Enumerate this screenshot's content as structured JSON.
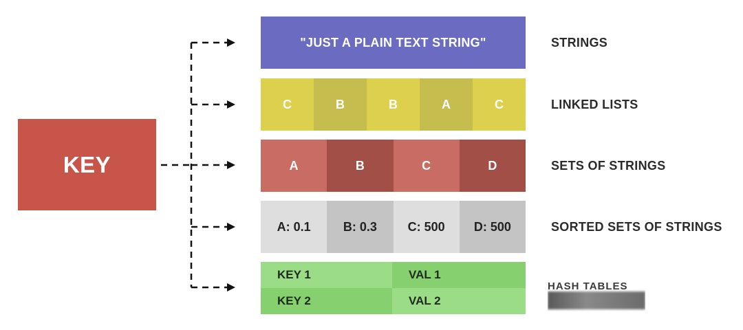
{
  "key_label": "KEY",
  "types": {
    "strings": {
      "value": "\"JUST A PLAIN TEXT STRING\"",
      "label": "STRINGS"
    },
    "linked_lists": {
      "items": [
        "C",
        "B",
        "B",
        "A",
        "C"
      ],
      "label": "LINKED LISTS"
    },
    "sets": {
      "items": [
        "A",
        "B",
        "C",
        "D"
      ],
      "label": "SETS OF STRINGS"
    },
    "sorted_sets": {
      "items": [
        "A: 0.1",
        "B: 0.3",
        "C: 500",
        "D: 500"
      ],
      "label": "SORTED SETS OF STRINGS"
    },
    "hash_tables": {
      "rows": [
        {
          "key": "KEY 1",
          "val": "VAL 1"
        },
        {
          "key": "KEY 2",
          "val": "VAL 2"
        }
      ],
      "label": "HASH TABLES"
    }
  },
  "colors": {
    "key": "#c85549",
    "strings": "#6b6bc2",
    "lists_light": "#dcd04c",
    "lists_dark": "#c6bd4f",
    "sets_light": "#c96c63",
    "sets_dark": "#a24f47",
    "sorted_light": "#dedede",
    "sorted_dark": "#c4c4c4",
    "hash_light": "#9bdc86",
    "hash_dark": "#86d06f",
    "connector": "#111111"
  }
}
